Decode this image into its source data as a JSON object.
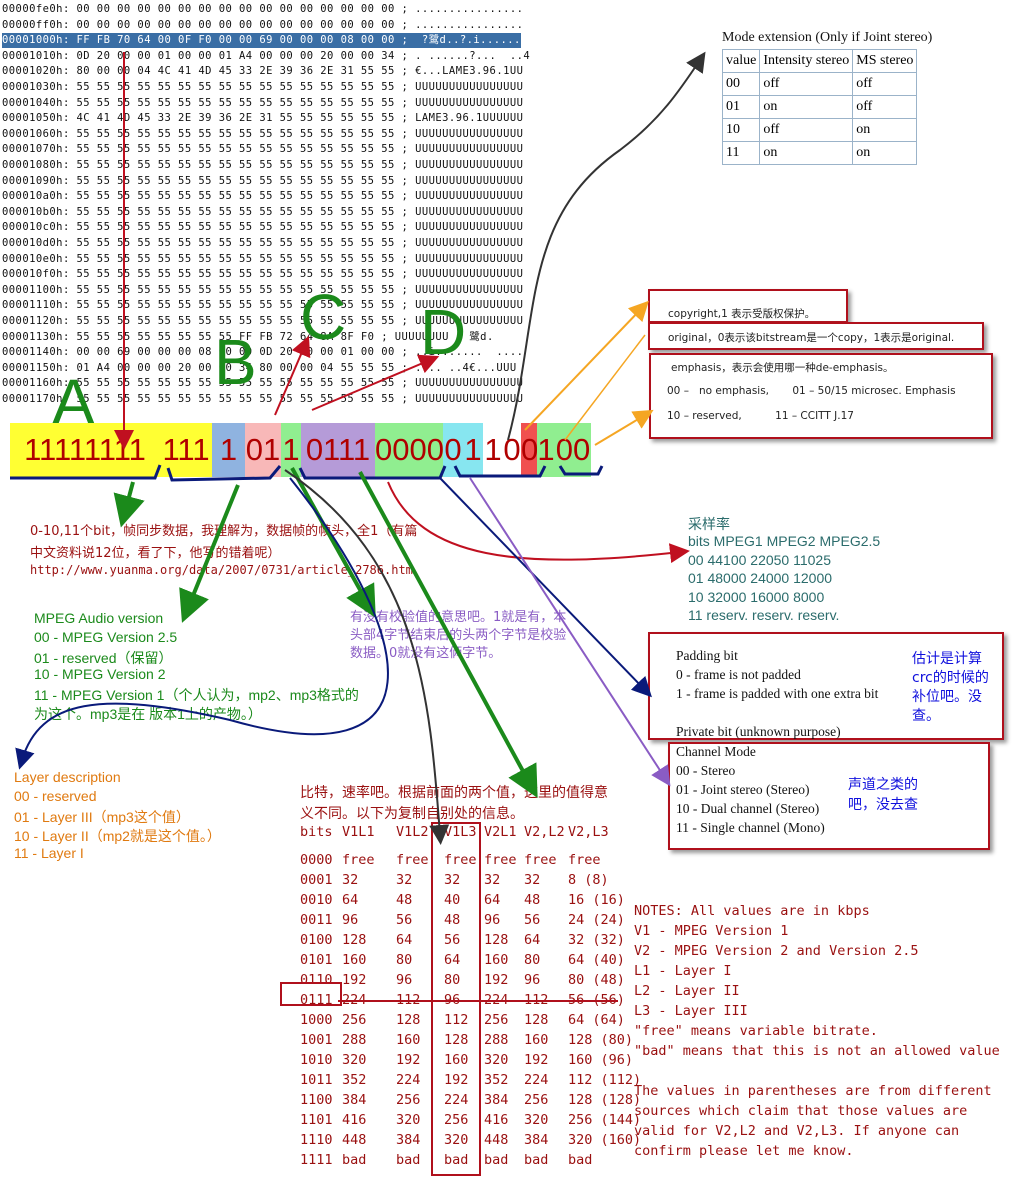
{
  "hex_lines": [
    "00000fe0h: 00 00 00 00 00 00 00 00 00 00 00 00 00 00 00 00 ; ................",
    "00000ff0h: 00 00 00 00 00 00 00 00 00 00 00 00 00 00 00 00 ; ................",
    "00001000h: FF FB 70 64 00 0F F0 00 00 69 00 00 00 08 00 00 ;  ?鹭d..?.i......",
    "00001010h: 0D 20 00 00 01 00 00 01 A4 00 00 00 20 00 00 34 ; . ......?...  ..4",
    "00001020h: 80 00 00 04 4C 41 4D 45 33 2E 39 36 2E 31 55 55 ; €...LAME3.96.1UU",
    "00001030h: 55 55 55 55 55 55 55 55 55 55 55 55 55 55 55 55 ; UUUUUUUUUUUUUUUU",
    "00001040h: 55 55 55 55 55 55 55 55 55 55 55 55 55 55 55 55 ; UUUUUUUUUUUUUUUU",
    "00001050h: 4C 41 4D 45 33 2E 39 36 2E 31 55 55 55 55 55 55 ; LAME3.96.1UUUUUU",
    "00001060h: 55 55 55 55 55 55 55 55 55 55 55 55 55 55 55 55 ; UUUUUUUUUUUUUUUU",
    "00001070h: 55 55 55 55 55 55 55 55 55 55 55 55 55 55 55 55 ; UUUUUUUUUUUUUUUU",
    "00001080h: 55 55 55 55 55 55 55 55 55 55 55 55 55 55 55 55 ; UUUUUUUUUUUUUUUU",
    "00001090h: 55 55 55 55 55 55 55 55 55 55 55 55 55 55 55 55 ; UUUUUUUUUUUUUUUU",
    "000010a0h: 55 55 55 55 55 55 55 55 55 55 55 55 55 55 55 55 ; UUUUUUUUUUUUUUUU",
    "000010b0h: 55 55 55 55 55 55 55 55 55 55 55 55 55 55 55 55 ; UUUUUUUUUUUUUUUU",
    "000010c0h: 55 55 55 55 55 55 55 55 55 55 55 55 55 55 55 55 ; UUUUUUUUUUUUUUUU",
    "000010d0h: 55 55 55 55 55 55 55 55 55 55 55 55 55 55 55 55 ; UUUUUUUUUUUUUUUU",
    "000010e0h: 55 55 55 55 55 55 55 55 55 55 55 55 55 55 55 55 ; UUUUUUUUUUUUUUUU",
    "000010f0h: 55 55 55 55 55 55 55 55 55 55 55 55 55 55 55 55 ; UUUUUUUUUUUUUUUU",
    "00001100h: 55 55 55 55 55 55 55 55 55 55 55 55 55 55 55 55 ; UUUUUUUUUUUUUUUU",
    "00001110h: 55 55 55 55 55 55 55 55 55 55 55 55 55 55 55 55 ; UUUUUUUUUUUUUUUU",
    "00001120h: 55 55 55 55 55 55 55 55 55 55 55 55 55 55 55 55 ; UUUUUUUUUUUUUUUU",
    "00001130h: 55 55 55 55 55 55 55 55 FF FB 72 64 8A 8F F0 ; UUUUUUUU   鹭d.",
    "00001140h: 00 00 69 00 00 00 08 00 00 0D 20 00 00 01 00 00 ; ..i.......  ....",
    "00001150h: 01 A4 00 00 00 20 00 00 34 80 00 00 04 55 55 55 ; .?.. ..4€...UUU",
    "00001160h: 55 55 55 55 55 55 55 55 55 55 55 55 55 55 55 55 ; UUUUUUUUUUUUUUUU",
    "00001170h: 55 55 55 55 55 55 55 55 55 55 55 55 55 55 55 55 ; UUUUUUUUUUUUUUUU"
  ],
  "letters": {
    "a": "A",
    "b": "B",
    "c": "C",
    "d": "D"
  },
  "bits": [
    {
      "t": "11111111",
      "c": "#ffff33",
      "w": 150
    },
    {
      "t": "111",
      "c": "#ffff33",
      "w": 52
    },
    {
      "t": "1",
      "c": "#8fb3e0",
      "w": 33
    },
    {
      "t": "01",
      "c": "#f8b8b8",
      "w": 36
    },
    {
      "t": "1",
      "c": "#90ee90",
      "w": 20
    },
    {
      "t": "0111",
      "c": "#b59bd8",
      "w": 74
    },
    {
      "t": "0000",
      "c": "#90ee90",
      "w": 68
    },
    {
      "t": "0",
      "c": "#87e6f0",
      "w": 20
    },
    {
      "t": "1",
      "c": "#87e6f0",
      "w": 20
    },
    {
      "t": "1",
      "c": "#ffffff",
      "w": 20
    },
    {
      "t": "0",
      "c": "#ffffff",
      "w": 18
    },
    {
      "t": "0",
      "c": "#f05050",
      "w": 16
    },
    {
      "t": "1",
      "c": "#90ee90",
      "w": 18
    },
    {
      "t": "00",
      "c": "#90ee90",
      "w": 36
    }
  ],
  "mode_ext": {
    "title": "Mode extension (Only if Joint stereo)",
    "headers": [
      "value",
      "Intensity stereo",
      "MS stereo"
    ],
    "rows": [
      [
        "00",
        "off",
        "off"
      ],
      [
        "01",
        "on",
        "off"
      ],
      [
        "10",
        "off",
        "on"
      ],
      [
        "11",
        "on",
        "on"
      ]
    ]
  },
  "copyright": "copyright,1 表示受版权保护。",
  "original": "original，0表示该bitstream是一个copy，1表示是original.",
  "emphasis": {
    "title": "emphasis，表示会使用哪一种de-emphasis。",
    "l1": "00 –   no emphasis,       01 – 50/15 microsec. Emphasis",
    "l2": "10 – reserved,          11 – CCITT J.17"
  },
  "sync": {
    "l1": "0-10,11个bit，帧同步数据，我理解为，数据帧的帧头，全1（有篇",
    "l2": "中文资料说12位，看了下，他写的错着呢）",
    "url": "http://www.yuanma.org/data/2007/0731/article_2786.htm"
  },
  "sampling": {
    "title": "采样率",
    "lines": [
      "bits MPEG1 MPEG2 MPEG2.5",
      "00 44100 22050 11025",
      "01 48000 24000 12000",
      "10 32000 16000 8000",
      "11 reserv. reserv. reserv."
    ]
  },
  "mpeg_version": {
    "lines": [
      "MPEG Audio version",
      "00 - MPEG Version 2.5",
      "01 - reserved（保留）",
      "10 - MPEG Version 2",
      "11 - MPEG Version 1（个人认为，mp2、mp3格式的",
      "为这个。mp3是在 版本1上的产物。）"
    ]
  },
  "protection": {
    "lines": [
      "有没有校验值的意思吧。1就是有，本",
      "头部4字节结束后的头两个字节是校验",
      "数据。0就没有这俩字节。"
    ]
  },
  "padding": {
    "lines": [
      "Padding bit",
      "0 - frame is not padded",
      "1 - frame is padded with one extra bit",
      "",
      "Private bit (unknown purpose)"
    ],
    "note": [
      "估计是计算",
      "crc的时候的",
      "补位吧。没",
      "查。"
    ]
  },
  "channel": {
    "lines": [
      "Channel Mode",
      "00 - Stereo",
      "01 - Joint stereo (Stereo)",
      "10 - Dual channel (Stereo)",
      "11 - Single channel (Mono)"
    ],
    "note": [
      "声道之类的",
      "吧，没去查"
    ]
  },
  "layer": {
    "lines": [
      "Layer description",
      "00 - reserved",
      "01 - Layer III（mp3这个值）",
      "10 - Layer II（mp2就是这个值。）",
      "11 - Layer I"
    ]
  },
  "bitrate": {
    "intro1": "比特，速率吧。根据前面的两个值，这里的值得意",
    "intro2": "义不同。以下为复制自别处的信息。",
    "header": [
      "bits",
      "V1L1",
      "V1L2",
      "V1L3",
      "V2L1",
      "V2,L2",
      "V2,L3"
    ],
    "rows": [
      [
        "0000",
        "free",
        "free",
        "free",
        "free",
        "free",
        "free"
      ],
      [
        "0001",
        "32",
        "32",
        "32",
        "32",
        "32",
        "8 (8)"
      ],
      [
        "0010",
        "64",
        "48",
        "40",
        "64",
        "48",
        "16 (16)"
      ],
      [
        "0011",
        "96",
        "56",
        "48",
        "96",
        "56",
        "24 (24)"
      ],
      [
        "0100",
        "128",
        "64",
        "56",
        "128",
        "64",
        "32 (32)"
      ],
      [
        "0101",
        "160",
        "80",
        "64",
        "160",
        "80",
        "64 (40)"
      ],
      [
        "0110",
        "192",
        "96",
        "80",
        "192",
        "96",
        "80 (48)"
      ],
      [
        "0111",
        "224",
        "112",
        "96",
        "224",
        "112",
        "56 (56)"
      ],
      [
        "1000",
        "256",
        "128",
        "112",
        "256",
        "128",
        "64 (64)"
      ],
      [
        "1001",
        "288",
        "160",
        "128",
        "288",
        "160",
        "128 (80)"
      ],
      [
        "1010",
        "320",
        "192",
        "160",
        "320",
        "192",
        "160 (96)"
      ],
      [
        "1011",
        "352",
        "224",
        "192",
        "352",
        "224",
        "112 (112)"
      ],
      [
        "1100",
        "384",
        "256",
        "224",
        "384",
        "256",
        "128 (128)"
      ],
      [
        "1101",
        "416",
        "320",
        "256",
        "416",
        "320",
        "256 (144)"
      ],
      [
        "1110",
        "448",
        "384",
        "320",
        "448",
        "384",
        "320 (160)"
      ],
      [
        "1111",
        "bad",
        "bad",
        "bad",
        "bad",
        "bad",
        "bad"
      ]
    ]
  },
  "notes": [
    "NOTES: All values are in kbps",
    "V1 - MPEG Version 1",
    "V2 - MPEG Version 2 and Version 2.5",
    "L1 - Layer I",
    "L2 - Layer II",
    "L3 - Layer III",
    "\"free\" means variable bitrate.",
    "\"bad\" means that this is not an allowed value",
    "",
    "The values in parentheses are from different",
    "sources which claim that those values are",
    "valid for V2,L2 and V2,L3. If anyone can",
    "confirm please let me know."
  ],
  "colors": {
    "dark_red": "#9a1010",
    "green": "#1b8a1b",
    "purple": "#8a5cc4",
    "orange": "#e07a10",
    "navy": "#0a1a7a",
    "blue": "#1010dd",
    "teal": "#2b6c6c"
  }
}
